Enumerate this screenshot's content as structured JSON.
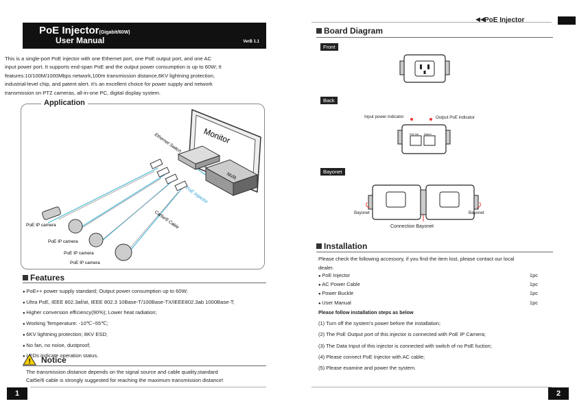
{
  "left": {
    "title": "PoE Injector",
    "title_suffix": "(Gigabit/60W)",
    "subtitle": "User Manual",
    "version": "VerB 1.1",
    "intro_lines": [
      "This is a single-port PoE injector  with one Ethernet port, one PoE output port, and one AC",
      "input power port. It supports end-span PoE and the output power consumption is up to 60W; It",
      "features:10/100M/1000Mbps network,100m transmission distance,6KV lightning protection,",
      "industrial-level chip, and patent alert. it's an excellent choice for power supply and network",
      "transmission on PTZ cameras, all-in-one PC, digital display system."
    ],
    "application_title": "Application",
    "diagram_labels": {
      "monitor": "Monitor",
      "switch": "Ethernet Switch",
      "nvr": "NVR",
      "injector": "PoE Injector",
      "cable": "Cat5e/6 Cable",
      "camera1": "PoE IP camera",
      "camera2": "PoE IP camera",
      "camera3": "PoE IP camera",
      "camera4": "PoE IP camera"
    },
    "features_title": "Features",
    "features": [
      "PoE++ power supply standard; Output power consumption up to 60W;",
      "Ultra PoE,  IEEE 802.3af/at,  IEEE 802.3 10Base-T/100Base-TX/IEEE802.3ab 1000Base-T;",
      "Higher conversion efficiency(90%); Lower  heat radiation;",
      "Working Temperature: -10℃~55℃;",
      "6KV lightning protection; 8KV ESD;",
      "No fan, no noise, dustproof;",
      "LEDs indicate operation status."
    ],
    "notice_title": "Notice",
    "notice_lines": [
      "The transmission distance depends on the signal source and cable quality,standard",
      "Cat5e/6 cable is strongly suggested for reaching the maximum transmission distance!"
    ],
    "page_number": "1"
  },
  "right": {
    "header": "PoE Injector",
    "board_title": "Board Diagram",
    "front_label": "Front",
    "back_label": "Back",
    "bayonet_label": "Bayonet",
    "input_indicator": "Input  power indicator",
    "output_indicator": "Output PoE indicator",
    "port_poe_out": "PoE Out",
    "port_data_in": "Data In",
    "bayonet_left": "Bayonet",
    "bayonet_right": "Bayonet",
    "connection_bayonet": "Connection Bayonet",
    "installation_title": "Installation",
    "install_intro_lines": [
      "Please check the following accessory, if you find the item lost, please contact our local",
      "dealer."
    ],
    "accessories": [
      {
        "name": "PoE Injector",
        "qty": "1pc"
      },
      {
        "name": "AC Power Cable",
        "qty": "1pc"
      },
      {
        "name": "Power Buckle",
        "qty": "1pc"
      },
      {
        "name": "User Manual",
        "qty": "1pc"
      }
    ],
    "steps_title": "Please follow installation steps as below",
    "steps": [
      "(1) Turn off the system's power before the installation;",
      "(2) The PoE Output port of this injector is connected with PoE IP Camera;",
      "(3) The Data Input of this injector is connected with switch of no PoE fuction;",
      "(4) Please connect PoE Injector with AC cable;",
      "(5) Please examine and power the system."
    ],
    "page_number": "2"
  }
}
